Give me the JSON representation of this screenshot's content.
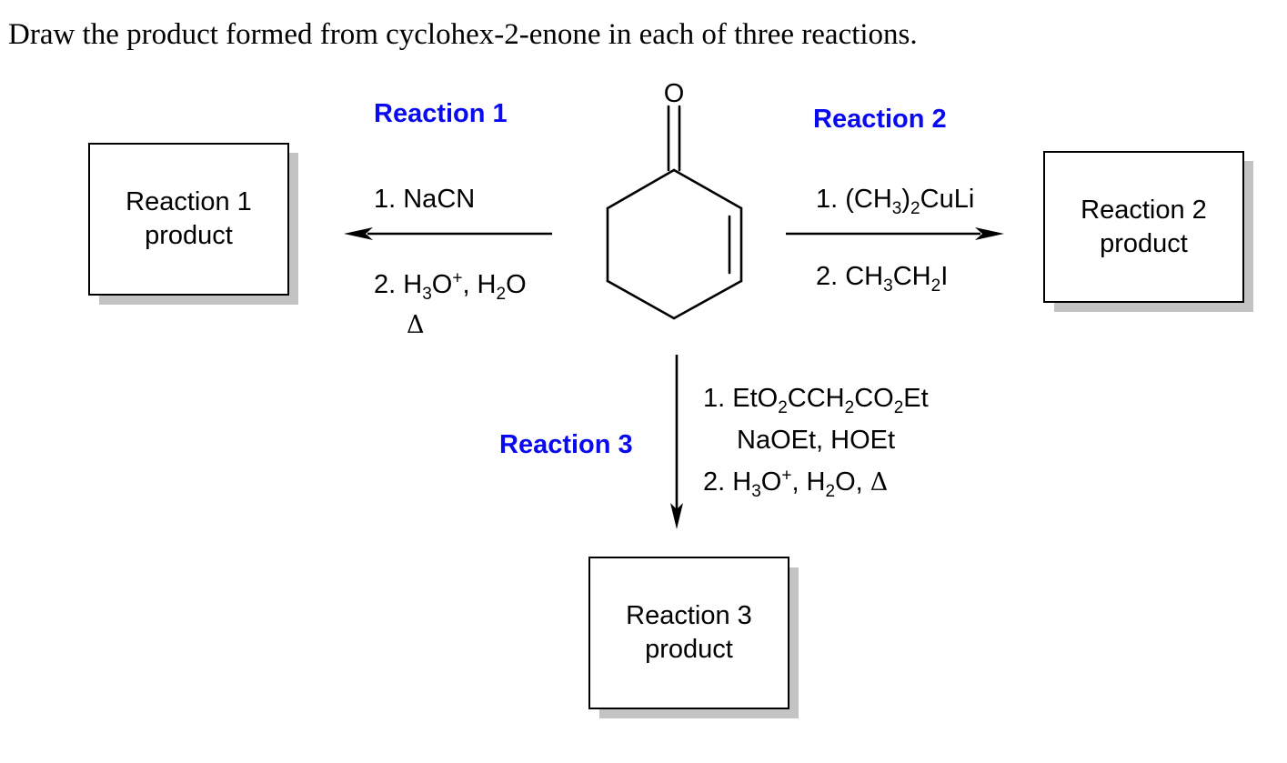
{
  "question": "Draw the product formed from cyclohex-2-enone in each of three reactions.",
  "molecule": {
    "oxygen_label": "O"
  },
  "reactions": {
    "r1": {
      "label": "Reaction 1",
      "box": {
        "line1": "Reaction 1",
        "line2": "product"
      },
      "step1": {
        "prefix": "1. NaCN"
      },
      "step2": {
        "prefix": "2. H",
        "s1": "3",
        "a": "O",
        "sup": "+",
        "b": ", H",
        "s2": "2",
        "c": "O"
      },
      "delta": "Δ"
    },
    "r2": {
      "label": "Reaction 2",
      "box": {
        "line1": "Reaction 2",
        "line2": "product"
      },
      "step1": {
        "a": "1. (CH",
        "s1": "3",
        "b": ")",
        "s2": "2",
        "c": "CuLi"
      },
      "step2": {
        "a": "2. CH",
        "s1": "3",
        "b": "CH",
        "s2": "2",
        "c": "I"
      }
    },
    "r3": {
      "label": "Reaction 3",
      "box": {
        "line1": "Reaction 3",
        "line2": "product"
      },
      "step1": {
        "a": "1. EtO",
        "s1": "2",
        "b": "CCH",
        "s2": "2",
        "c": "CO",
        "s3": "2",
        "d": "Et"
      },
      "step1b": "NaOEt, HOEt",
      "step2": {
        "a": "2. H",
        "s1": "3",
        "b": "O",
        "sup": "+",
        "c": ", H",
        "s2": "2",
        "d": "O, ",
        "delta": "Δ"
      }
    }
  },
  "colors": {
    "label_blue": "#0a0af0",
    "box_shadow": "#c3c3c3",
    "ink": "#000000"
  }
}
